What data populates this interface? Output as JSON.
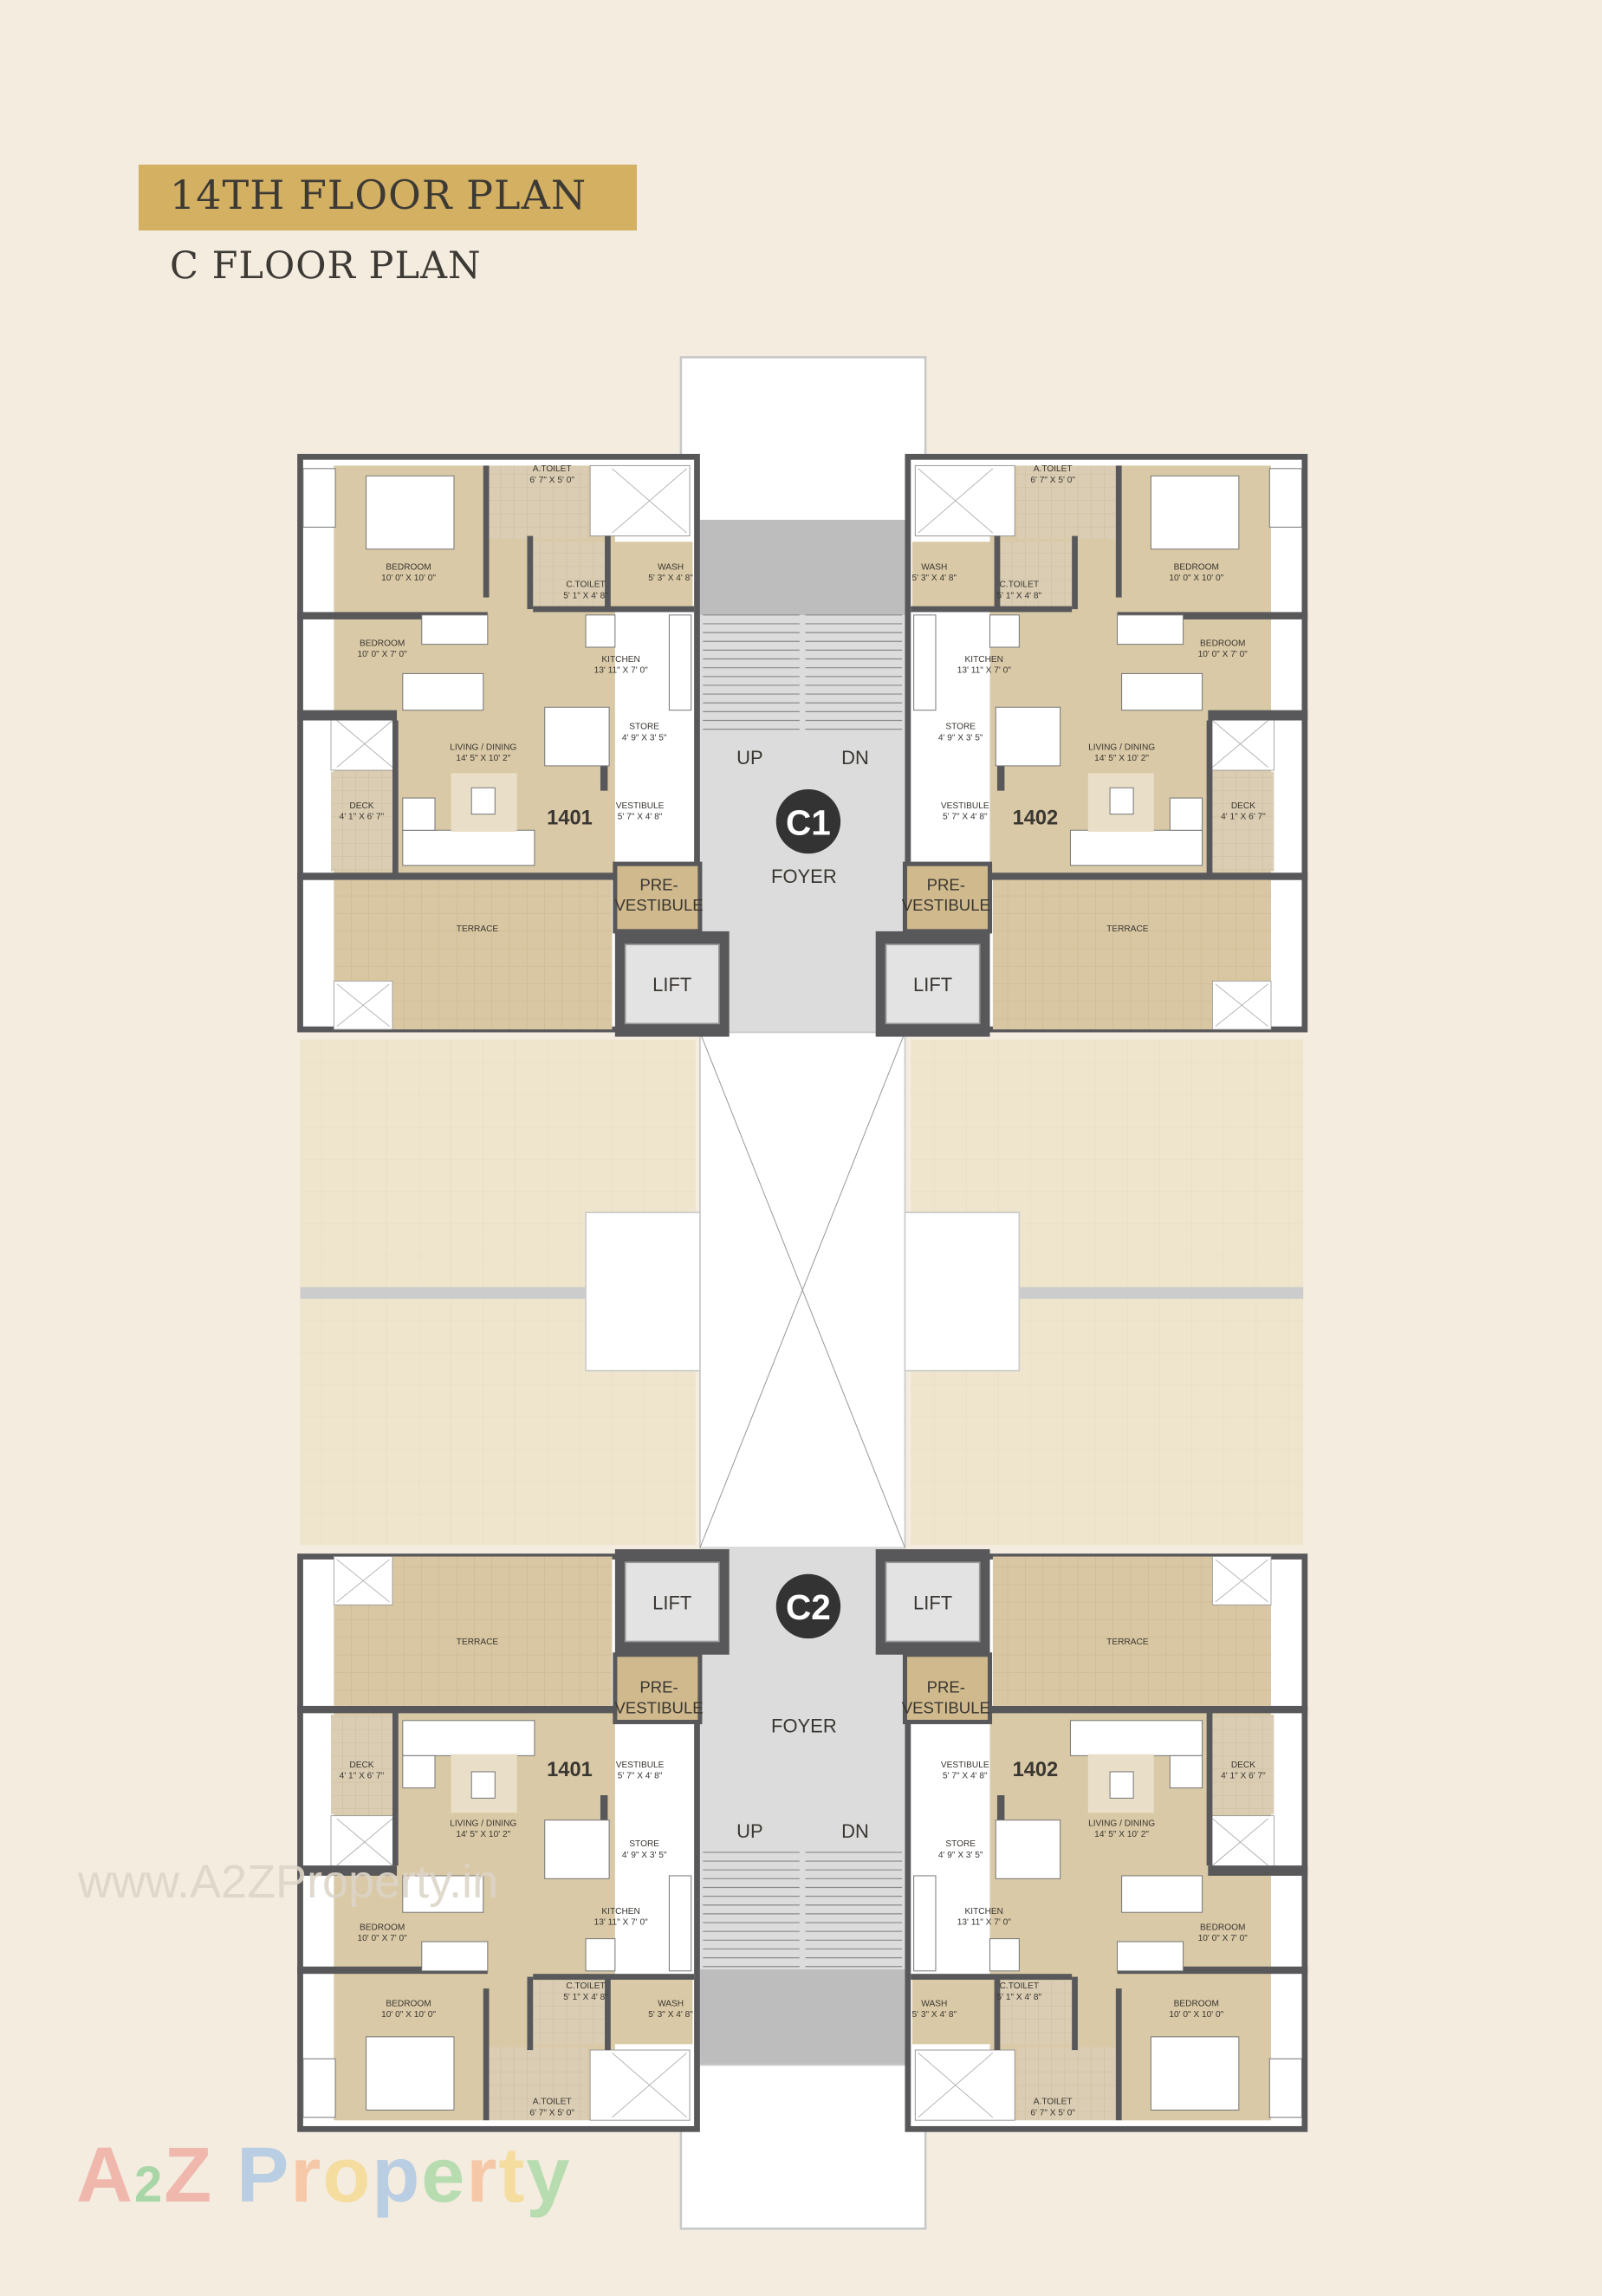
{
  "header": {
    "title": "14TH FLOOR PLAN",
    "subtitle": "C FLOOR PLAN"
  },
  "colors": {
    "band": "#d3b062",
    "background": "#f3ecdf",
    "room": "#d9c9a6",
    "wall": "#58585a",
    "core": "#dcdcdc"
  },
  "cores": [
    {
      "badge": "C1",
      "foyer": "FOYER",
      "up": "UP",
      "dn": "DN",
      "lift_left": "LIFT",
      "lift_right": "LIFT"
    },
    {
      "badge": "C2",
      "foyer": "FOYER",
      "up": "UP",
      "dn": "DN",
      "lift_left": "LIFT",
      "lift_right": "LIFT"
    }
  ],
  "units": [
    {
      "number": "1401",
      "rooms": [
        {
          "name": "A.TOILET",
          "size": "6' 7\" X 5' 0\""
        },
        {
          "name": "BEDROOM",
          "size": "10' 0\" X 10' 0\""
        },
        {
          "name": "C.TOILET",
          "size": "5' 1\" X 4' 8\""
        },
        {
          "name": "WASH",
          "size": "5' 3\" X 4' 8\""
        },
        {
          "name": "BEDROOM",
          "size": "10' 0\" X 7' 0\""
        },
        {
          "name": "KITCHEN",
          "size": "13' 11\" X 7' 0\""
        },
        {
          "name": "STORE",
          "size": "4' 9\" X 3' 5\""
        },
        {
          "name": "LIVING / DINING",
          "size": "14' 5\" X 10' 2\""
        },
        {
          "name": "DECK",
          "size": "4' 1\" X 6' 7\""
        },
        {
          "name": "VESTIBULE",
          "size": "5' 7\" X 4' 8\""
        },
        {
          "name": "TERRACE",
          "size": ""
        }
      ],
      "pre_vestibule": [
        "PRE-",
        "VESTIBULE"
      ]
    },
    {
      "number": "1402",
      "rooms": [
        {
          "name": "A.TOILET",
          "size": "6' 7\" X 5' 0\""
        },
        {
          "name": "BEDROOM",
          "size": "10' 0\" X 10' 0\""
        },
        {
          "name": "C.TOILET",
          "size": "5' 1\" X 4' 8\""
        },
        {
          "name": "WASH",
          "size": "5' 3\" X 4' 8\""
        },
        {
          "name": "BEDROOM",
          "size": "10' 0\" X 7' 0\""
        },
        {
          "name": "KITCHEN",
          "size": "13' 11\" X 7' 0\""
        },
        {
          "name": "STORE",
          "size": "4' 9\" X 3' 5\""
        },
        {
          "name": "LIVING / DINING",
          "size": "14' 5\" X 10' 2\""
        },
        {
          "name": "DECK",
          "size": "4' 1\" X 6' 7\""
        },
        {
          "name": "VESTIBULE",
          "size": "5' 7\" X 4' 8\""
        },
        {
          "name": "TERRACE",
          "size": ""
        }
      ],
      "pre_vestibule": [
        "PRE-",
        "VESTIBULE"
      ]
    },
    {
      "number": "1401",
      "rooms": [
        {
          "name": "A.TOILET",
          "size": "6' 7\" X 5' 0\""
        },
        {
          "name": "BEDROOM",
          "size": "10' 0\" X 10' 0\""
        },
        {
          "name": "C.TOILET",
          "size": "5' 1\" X 4' 8\""
        },
        {
          "name": "WASH",
          "size": "5' 3\" X 4' 8\""
        },
        {
          "name": "BEDROOM",
          "size": "10' 0\" X 7' 0\""
        },
        {
          "name": "KITCHEN",
          "size": "13' 11\" X 7' 0\""
        },
        {
          "name": "STORE",
          "size": "4' 9\" X 3' 5\""
        },
        {
          "name": "LIVING / DINING",
          "size": "14' 5\" X 10' 2\""
        },
        {
          "name": "DECK",
          "size": "4' 1\" X 6' 7\""
        },
        {
          "name": "VESTIBULE",
          "size": "5' 7\" X 4' 8\""
        },
        {
          "name": "TERRACE",
          "size": ""
        }
      ],
      "pre_vestibule": [
        "PRE-",
        "VESTIBULE"
      ]
    },
    {
      "number": "1402",
      "rooms": [
        {
          "name": "A.TOILET",
          "size": "6' 7\" X 5' 0\""
        },
        {
          "name": "BEDROOM",
          "size": "10' 0\" X 10' 0\""
        },
        {
          "name": "C.TOILET",
          "size": "5' 1\" X 4' 8\""
        },
        {
          "name": "WASH",
          "size": "5' 3\" X 4' 8\""
        },
        {
          "name": "BEDROOM",
          "size": "10' 0\" X 7' 0\""
        },
        {
          "name": "KITCHEN",
          "size": "13' 11\" X 7' 0\""
        },
        {
          "name": "STORE",
          "size": "4' 9\" X 3' 5\""
        },
        {
          "name": "LIVING / DINING",
          "size": "14' 5\" X 10' 2\""
        },
        {
          "name": "DECK",
          "size": "4' 1\" X 6' 7\""
        },
        {
          "name": "VESTIBULE",
          "size": "5' 7\" X 4' 8\""
        },
        {
          "name": "TERRACE",
          "size": ""
        }
      ],
      "pre_vestibule": [
        "PRE-",
        "VESTIBULE"
      ]
    }
  ],
  "watermark": {
    "url": "www.A2ZProperty.in",
    "brand": [
      "A",
      "2",
      "Z",
      " P",
      "r",
      "o",
      "p",
      "e",
      "r",
      "t",
      "y"
    ],
    "brand_colors": [
      "#f0b7ad",
      "#a8d6a6",
      "#f0b7ad",
      "#b9cde3",
      "#f5c8a8",
      "#f5dda0",
      "#b9cde3",
      "#b6dcb0",
      "#f5c8a8",
      "#f5dda0",
      "#b6dcb0"
    ]
  }
}
